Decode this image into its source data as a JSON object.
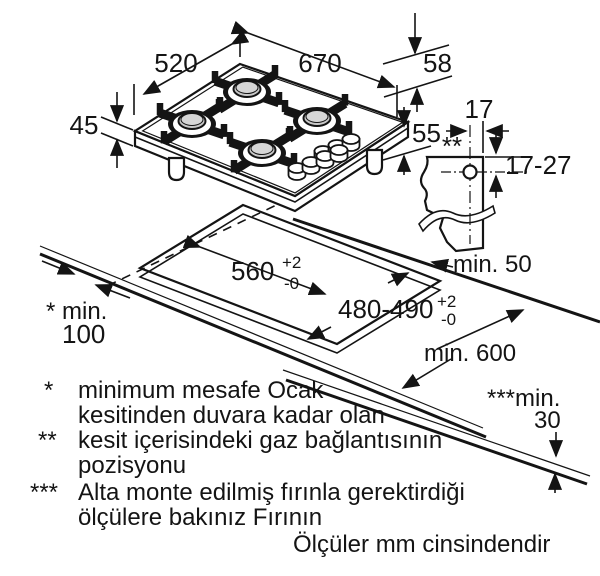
{
  "figure": {
    "dimensions": {
      "width": "670",
      "depth": "520",
      "height": "45",
      "h58": "58",
      "h55": "55",
      "gas_offset": "17",
      "gas_range": "17-27",
      "gas_marker": "**",
      "cutout_w": "560",
      "cutout_w_tol_plus": "+2",
      "cutout_w_tol_minus": "-0",
      "cutout_d": "480-490",
      "cutout_d_tol_plus": "+2",
      "cutout_d_tol_minus": "-0",
      "min_rear": "min. 50",
      "min_wall_label": "* min.",
      "min_wall_value": "100",
      "min_depth": "min. 600",
      "min_bottom_label": "***min.",
      "min_bottom_value": "30"
    },
    "footnotes": {
      "f1_marker": "*",
      "f1_line1": "minimum mesafe Ocak",
      "f1_line2": "kesitinden duvara kadar olan",
      "f2_marker": "**",
      "f2_line1": "kesit içerisindeki gaz bağlantısının",
      "f2_line2": "pozisyonu",
      "f3_marker": "***",
      "f3_line1": "Alta monte edilmiş fırınla gerektirdiği",
      "f3_line2": "ölçülere bakınız Fırının",
      "units": "Ölçüler mm cinsindendir"
    }
  }
}
